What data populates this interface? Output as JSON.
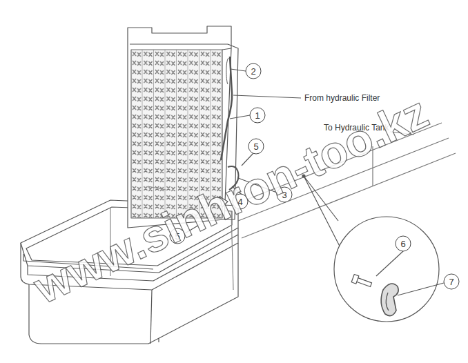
{
  "diagram": {
    "labels": [
      "2",
      "From hydraulic Filter",
      "1",
      "To Hydraulic Tank",
      "5",
      "3",
      "4",
      "5",
      "6",
      "7",
      "www.sinhron-too.kz"
    ]
  }
}
